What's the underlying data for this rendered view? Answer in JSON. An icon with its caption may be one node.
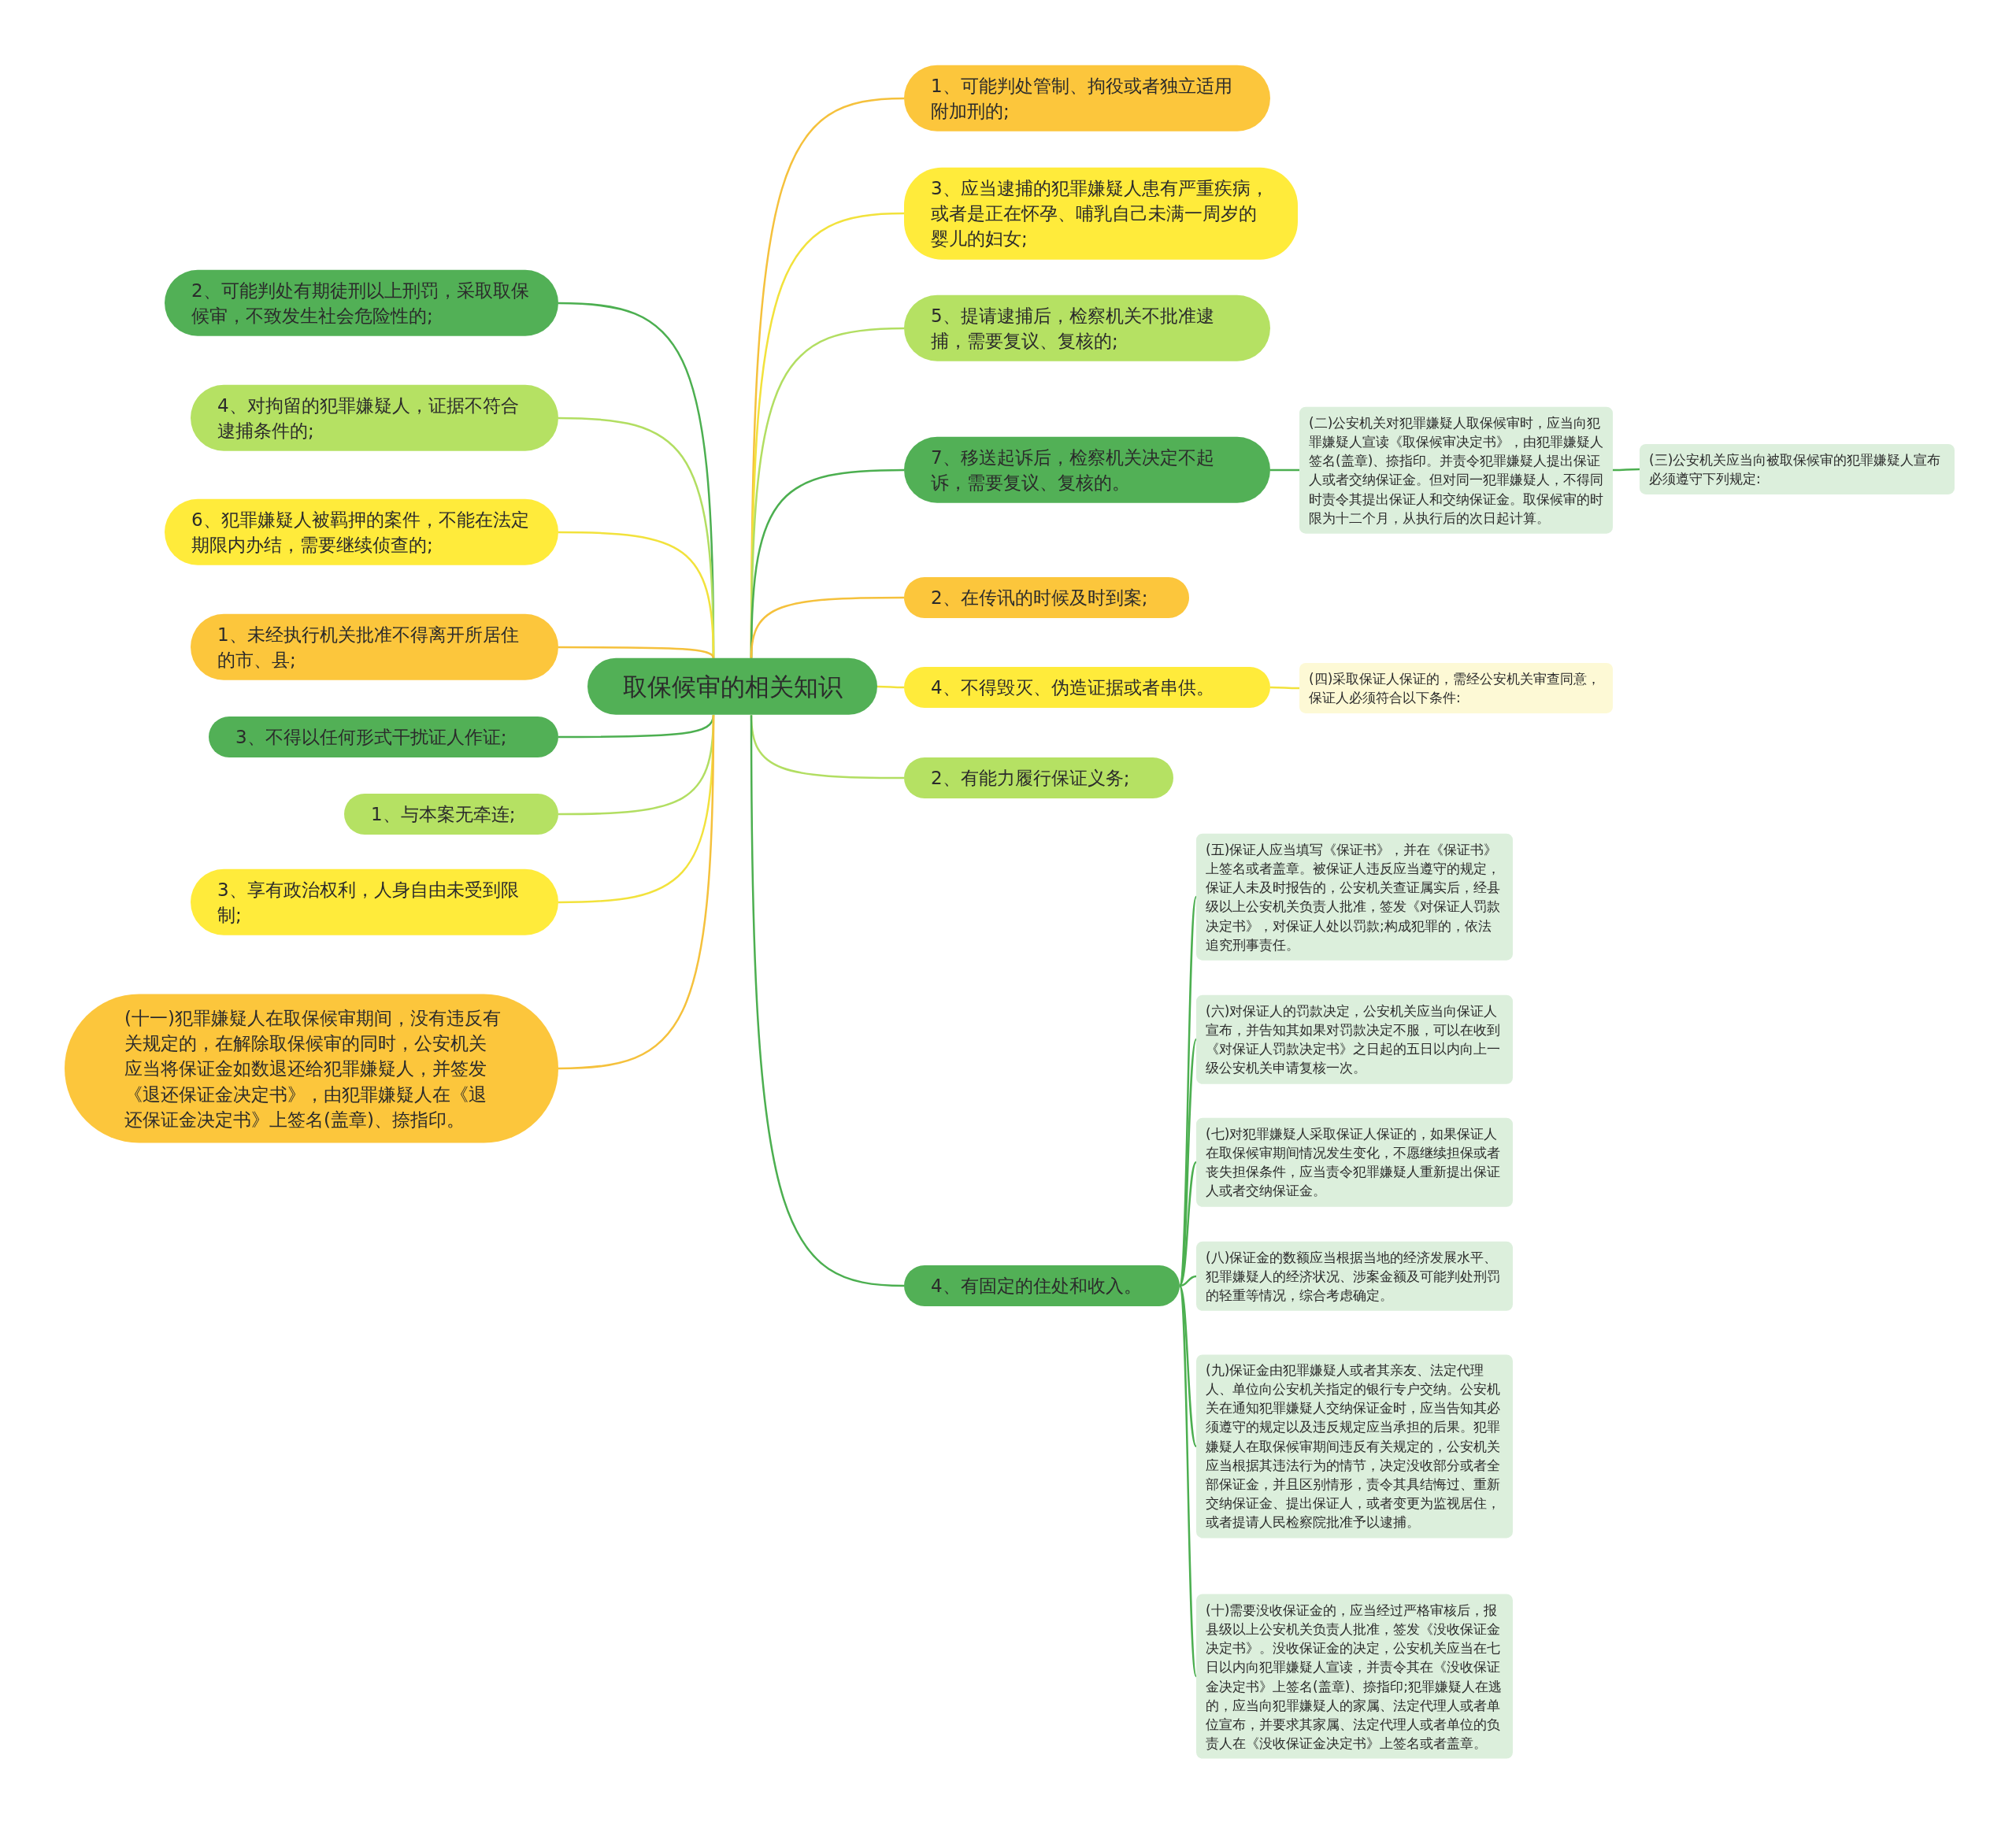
{
  "diagram": {
    "nodes": [
      {
        "text": [
          "取保候审的相关知识"
        ]
      },
      {
        "text": [
          "1、可能判处管制、拘役或者独立适用附加刑的;"
        ]
      },
      {
        "text": [
          "3、应当逮捕的犯罪嫌疑人患有严重疾病，或者是正在怀孕、哺乳自己未满一周岁的婴儿的妇女;"
        ]
      },
      {
        "text": [
          "5、提请逮捕后，检察机关不批准逮捕，需要复议、复核的;"
        ]
      },
      {
        "text": [
          "7、移送起诉后，检察机关决定不起诉，需要复议、复核的。"
        ]
      },
      {
        "text": [
          "(二)公安机关对犯罪嫌疑人取保候审时，应当向犯罪嫌疑人宣读《取保候审决定书》，由犯罪嫌疑人签名(盖章)、捺指印。并责令犯罪嫌疑人提出保证人或者交纳保证金。但对同一犯罪嫌疑人，不得同时责令其提出保证人和交纳保证金。取保候审的时限为十二个月，从执行后的次日起计算。"
        ]
      },
      {
        "text": [
          "(三)公安机关应当向被取保候审的犯罪嫌疑人宣布必须遵守下列规定:"
        ]
      },
      {
        "text": [
          "2、在传讯的时候及时到案;"
        ]
      },
      {
        "text": [
          "4、不得毁灭、伪造证据或者串供。"
        ]
      },
      {
        "text": [
          "(四)采取保证人保证的，需经公安机关审查同意，保证人必须符合以下条件:"
        ]
      },
      {
        "text": [
          "2、有能力履行保证义务;"
        ]
      },
      {
        "text": [
          "4、有固定的住处和收入。"
        ]
      },
      {
        "text": [
          "(五)保证人应当填写《保证书》，并在《保证书》上签名或者盖章。被保证人违反应当遵守的规定，保证人未及时报告的，公安机关查证属实后，经县级以上公安机关负责人批准，签发《对保证人罚款决定书》，对保证人处以罚款;构成犯罪的，依法追究刑事责任。"
        ]
      },
      {
        "text": [
          "(六)对保证人的罚款决定，公安机关应当向保证人宣布，并告知其如果对罚款决定不服，可以在收到《对保证人罚款决定书》之日起的五日以内向上一级公安机关申请复核一次。"
        ]
      },
      {
        "text": [
          "(七)对犯罪嫌疑人采取保证人保证的，如果保证人在取保候审期间情况发生变化，不愿继续担保或者丧失担保条件，应当责令犯罪嫌疑人重新提出保证人或者交纳保证金。"
        ]
      },
      {
        "text": [
          "(八)保证金的数额应当根据当地的经济发展水平、犯罪嫌疑人的经济状况、涉案金额及可能判处刑罚的轻重等情况，综合考虑确定。"
        ]
      },
      {
        "text": [
          "(九)保证金由犯罪嫌疑人或者其亲友、法定代理人、单位向公安机关指定的银行专户交纳。公安机关在通知犯罪嫌疑人交纳保证金时，应当告知其必须遵守的规定以及违反规定应当承担的后果。犯罪嫌疑人在取保候审期间违反有关规定的，公安机关应当根据其违法行为的情节，决定没收部分或者全部保证金，并且区别情形，责令其具结悔过、重新交纳保证金、提出保证人，或者变更为监视居住，或者提请人民检察院批准予以逮捕。"
        ]
      },
      {
        "text": [
          "(十)需要没收保证金的，应当经过严格审核后，报县级以上公安机关负责人批准，签发《没收保证金决定书》。没收保证金的决定，公安机关应当在七日以内向犯罪嫌疑人宣读，并责令其在《没收保证金决定书》上签名(盖章)、捺指印;犯罪嫌疑人在逃的，应当向犯罪嫌疑人的家属、法定代理人或者单位宣布，并要求其家属、法定代理人或者单位的负责人在《没收保证金决定书》上签名或者盖章。"
        ]
      },
      {
        "text": [
          "2、可能判处有期徒刑以上刑罚，采取取保候审，不致发生社会危险性的;"
        ]
      },
      {
        "text": [
          "4、对拘留的犯罪嫌疑人，证据不符合逮捕条件的;"
        ]
      },
      {
        "text": [
          "6、犯罪嫌疑人被羁押的案件，不能在法定期限内办结，需要继续侦查的;"
        ]
      },
      {
        "text": [
          "1、未经执行机关批准不得离开所居住的市、县;"
        ]
      },
      {
        "text": [
          "3、不得以任何形式干扰证人作证;"
        ]
      },
      {
        "text": [
          "1、与本案无牵连;"
        ]
      },
      {
        "text": [
          "3、享有政治权利，人身自由未受到限制;"
        ]
      },
      {
        "text": [
          "(十一)犯罪嫌疑人在取保候审期间，没有违反有关规定的，在解除取保候审的同时，公安机关应当将保证金如数退还给犯罪嫌疑人，并签发《退还保证金决定书》，由犯罪嫌疑人在《退还保证金决定书》上签名(盖章)、捺指印。"
        ]
      }
    ],
    "edges": [
      {
        "from": 0,
        "to": 1,
        "arrow": "none",
        "color": "#f5c13c"
      },
      {
        "from": 0,
        "to": 2,
        "arrow": "none",
        "color": "#f2e23c"
      },
      {
        "from": 0,
        "to": 3,
        "arrow": "none",
        "color": "#b2de62"
      },
      {
        "from": 0,
        "to": 4,
        "arrow": "none",
        "color": "#4caf50"
      },
      {
        "from": 4,
        "to": 5,
        "arrow": "none",
        "color": "#4caf50"
      },
      {
        "from": 5,
        "to": 6,
        "arrow": "none",
        "color": "#4caf50"
      },
      {
        "from": 0,
        "to": 7,
        "arrow": "none",
        "color": "#f5c13c"
      },
      {
        "from": 0,
        "to": 8,
        "arrow": "none",
        "color": "#f2e23c"
      },
      {
        "from": 8,
        "to": 9,
        "arrow": "none",
        "color": "#f2e23c"
      },
      {
        "from": 0,
        "to": 10,
        "arrow": "none",
        "color": "#b2de62"
      },
      {
        "from": 0,
        "to": 11,
        "arrow": "none",
        "color": "#4caf50"
      },
      {
        "from": 11,
        "to": 12,
        "arrow": "none",
        "color": "#4caf50"
      },
      {
        "from": 11,
        "to": 13,
        "arrow": "none",
        "color": "#4caf50"
      },
      {
        "from": 11,
        "to": 14,
        "arrow": "none",
        "color": "#4caf50"
      },
      {
        "from": 11,
        "to": 15,
        "arrow": "none",
        "color": "#4caf50"
      },
      {
        "from": 11,
        "to": 16,
        "arrow": "none",
        "color": "#4caf50"
      },
      {
        "from": 11,
        "to": 17,
        "arrow": "none",
        "color": "#4caf50"
      },
      {
        "from": 0,
        "to": 18,
        "arrow": "none",
        "color": "#4caf50"
      },
      {
        "from": 0,
        "to": 19,
        "arrow": "none",
        "color": "#b2de62"
      },
      {
        "from": 0,
        "to": 20,
        "arrow": "none",
        "color": "#f2e23c"
      },
      {
        "from": 0,
        "to": 21,
        "arrow": "none",
        "color": "#f5c13c"
      },
      {
        "from": 0,
        "to": 22,
        "arrow": "none",
        "color": "#4caf50"
      },
      {
        "from": 0,
        "to": 23,
        "arrow": "none",
        "color": "#b2de62"
      },
      {
        "from": 0,
        "to": 24,
        "arrow": "none",
        "color": "#f2e23c"
      },
      {
        "from": 0,
        "to": 25,
        "arrow": "none",
        "color": "#f5c13c"
      }
    ]
  }
}
